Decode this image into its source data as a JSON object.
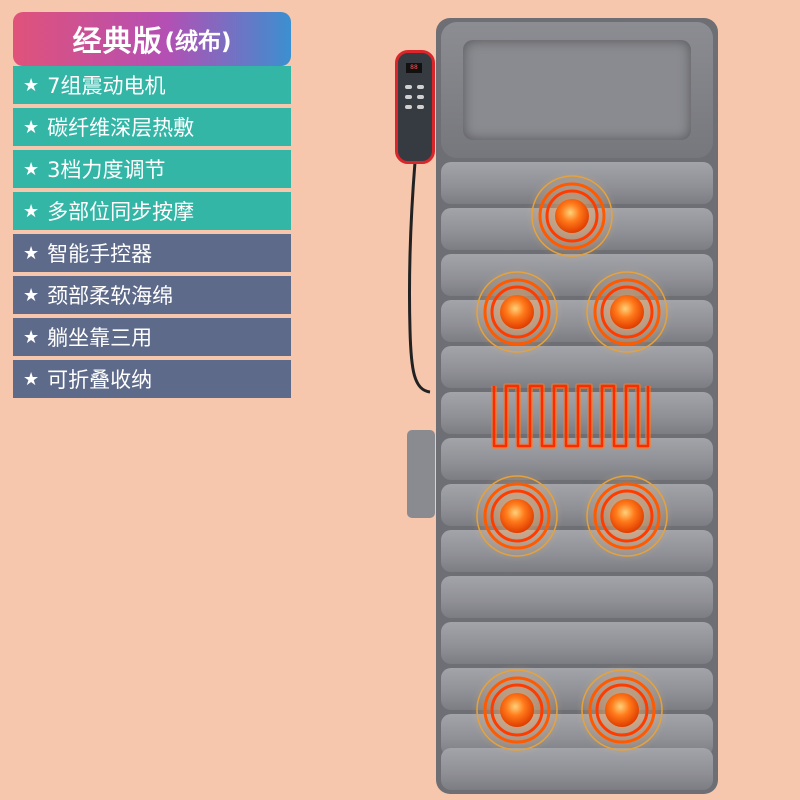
{
  "title": {
    "main": "经典版",
    "sub": "(绒布)"
  },
  "features": [
    {
      "text": "7组震动电机",
      "style": "teal"
    },
    {
      "text": "碳纤维深层热敷",
      "style": "teal"
    },
    {
      "text": "3档力度调节",
      "style": "teal"
    },
    {
      "text": "多部位同步按摩",
      "style": "teal"
    },
    {
      "text": "智能手控器",
      "style": "slate"
    },
    {
      "text": "颈部柔软海绵",
      "style": "slate"
    },
    {
      "text": "躺坐靠三用",
      "style": "slate"
    },
    {
      "text": "可折叠收纳",
      "style": "slate"
    }
  ],
  "star_symbol": "★",
  "remote": {
    "screen_text": "88"
  },
  "colors": {
    "background": "#f6c6ad",
    "teal": "#34b6a7",
    "slate": "#5e6a8a",
    "remote_trim": "#d9262b",
    "heat_orange": "#ff6a00"
  }
}
